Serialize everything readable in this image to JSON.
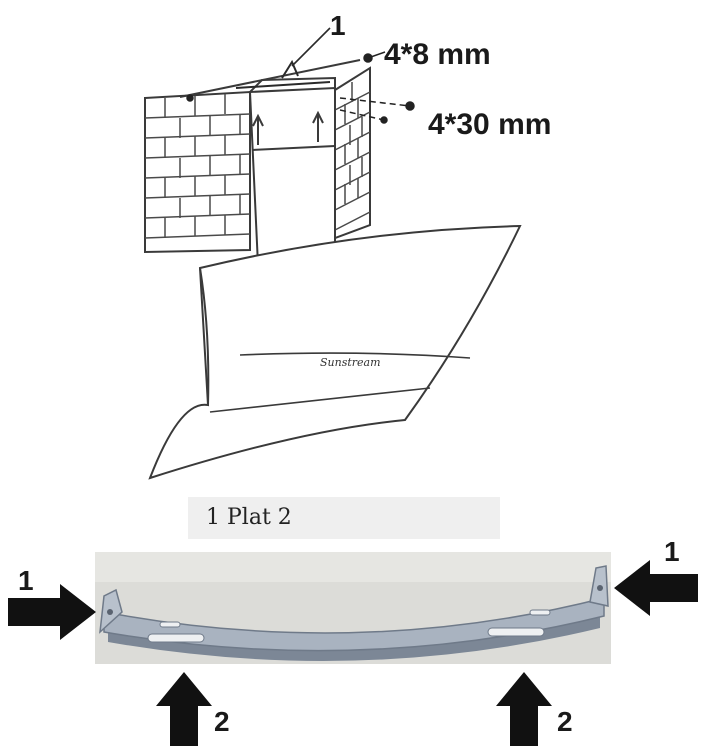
{
  "labels": {
    "callout_top": "1",
    "screw_small": "4*8 mm",
    "screw_large": "4*30 mm",
    "caption": "1  Plat 2",
    "arrow_left": "1",
    "arrow_right": "1",
    "arrow_bottom_left": "2",
    "arrow_bottom_right": "2"
  },
  "hood_brand_text": "Sunstream",
  "colors": {
    "line": "#3a3a3a",
    "caption_bg": "#efefef",
    "bracket": "#a9b3c0",
    "bracket_shadow": "#7c8796",
    "photo_bg": "#dcdcd8",
    "arrow": "#111111"
  }
}
